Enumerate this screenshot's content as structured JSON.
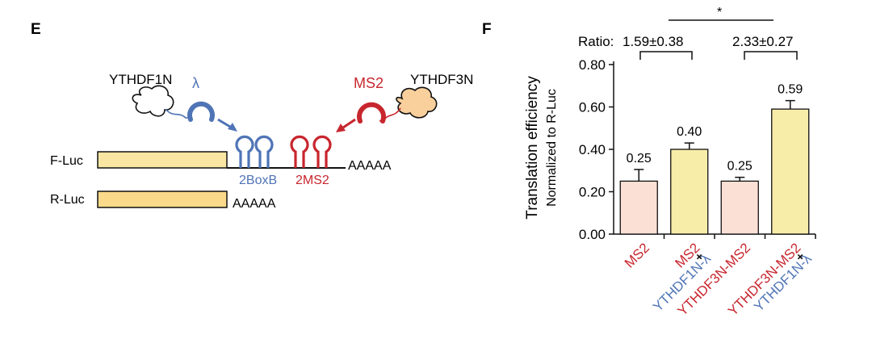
{
  "panel_e": {
    "label": "E",
    "ythdf1n": "YTHDF1N",
    "ythdf3n": "YTHDF3N",
    "lambda": "λ",
    "ms2": "MS2",
    "fluc": "F-Luc",
    "rluc": "R-Luc",
    "boxb": "2BoxB",
    "ms2_sites": "2MS2",
    "polya_f": "AAAAA",
    "polya_r": "AAAAA",
    "colors": {
      "blue": "#4f74b6",
      "red": "#c8262e",
      "tan": "#f9cf9c",
      "bar_yellow": "#f8e6a2",
      "bar_yellow2": "#fbd98a"
    }
  },
  "panel_f": {
    "label": "F",
    "ratio_label": "Ratio:",
    "ratio1": "1.59±0.38",
    "ratio2": "2.33±0.27",
    "star": "*"
  },
  "chart_data": {
    "type": "bar",
    "categories": [
      "MS2",
      "MS2 + YTHDF1N-λ",
      "YTHDF3N-MS2",
      "YTHDF3N-MS2 + YTHDF1N-λ"
    ],
    "tick_labels": [
      [
        {
          "text": "MS2",
          "color": "#c8262e"
        }
      ],
      [
        {
          "text": "MS2",
          "color": "#c8262e"
        },
        {
          "text": "+",
          "color": "#111111"
        },
        {
          "text": "YTHDF1N-λ",
          "color": "#4f74b6"
        }
      ],
      [
        {
          "text": "YTHDF3N-MS2",
          "color": "#c8262e"
        }
      ],
      [
        {
          "text": "YTHDF3N-MS2",
          "color": "#c8262e"
        },
        {
          "text": "+",
          "color": "#111111"
        },
        {
          "text": "YTHDF1N-λ",
          "color": "#4f74b6"
        }
      ]
    ],
    "values": [
      0.25,
      0.4,
      0.25,
      0.59
    ],
    "errors": [
      0.055,
      0.03,
      0.018,
      0.04
    ],
    "value_labels": [
      "0.25",
      "0.40",
      "0.25",
      "0.59"
    ],
    "bar_colors": [
      "#fbe0d6",
      "#f8eca9",
      "#fbe0d6",
      "#f8eca9"
    ],
    "ylabel": "Translation efficiency",
    "ylabel2": "Normalized to R-Luc",
    "ylim": [
      0,
      0.8
    ],
    "yticks": [
      "0.00",
      "0.20",
      "0.40",
      "0.60",
      "0.80"
    ]
  }
}
